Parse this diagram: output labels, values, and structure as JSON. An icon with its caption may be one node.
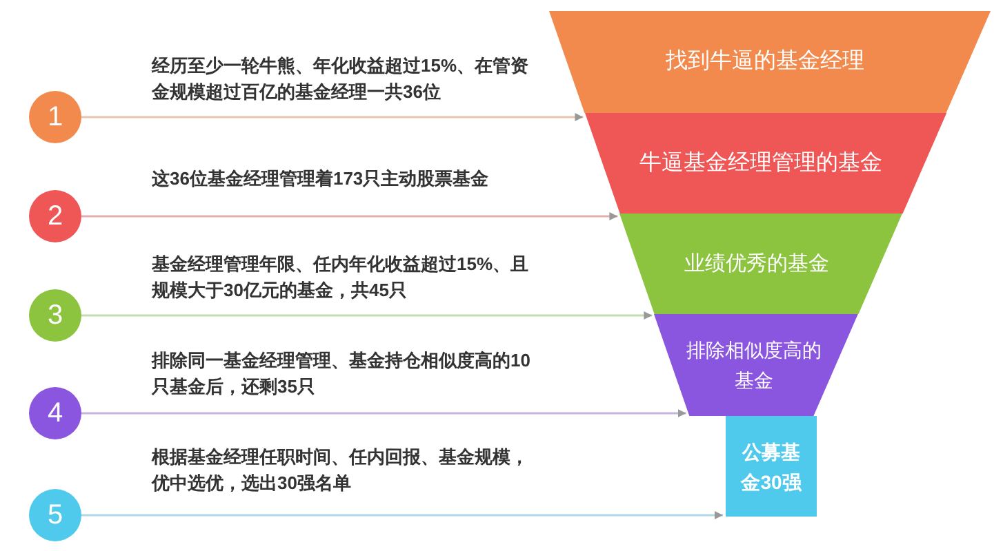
{
  "diagram": {
    "nodes": [
      {
        "text": [
          "1"
        ]
      },
      {
        "text": [
          "2"
        ]
      },
      {
        "text": [
          "3"
        ]
      },
      {
        "text": [
          "4"
        ]
      },
      {
        "text": [
          "5"
        ]
      },
      {
        "text": [
          "找到牛逼的基金经理"
        ]
      },
      {
        "text": [
          "牛逼基金经理管理的基金"
        ]
      },
      {
        "text": [
          "业绩优秀的基金"
        ]
      },
      {
        "text": [
          "排除相似度高的基金"
        ]
      },
      {
        "text": [
          "公募基金30强"
        ]
      }
    ],
    "edges": [
      {
        "from": 0,
        "to": 5,
        "arrow": "to"
      },
      {
        "from": 1,
        "to": 6,
        "arrow": "to"
      },
      {
        "from": 2,
        "to": 7,
        "arrow": "to"
      },
      {
        "from": 3,
        "to": 8,
        "arrow": "to"
      },
      {
        "from": 4,
        "to": 9,
        "arrow": "to"
      }
    ],
    "labels": [
      "经历至少一轮牛熊、年化收益超过15%、在管资金规模超过百亿的基金经理一共36位",
      "这36位基金经理管理着173只主动股票基金",
      "基金经理管理年限、任内年化收益超过15%、且规模大于30亿元的基金，共45只",
      "排除同一基金经理管理、基金持仓相似度高的10只基金后，还剩35只",
      "根据基金经理任职时间、任内回报、基金规模，优中选优，选出30强名单"
    ]
  }
}
